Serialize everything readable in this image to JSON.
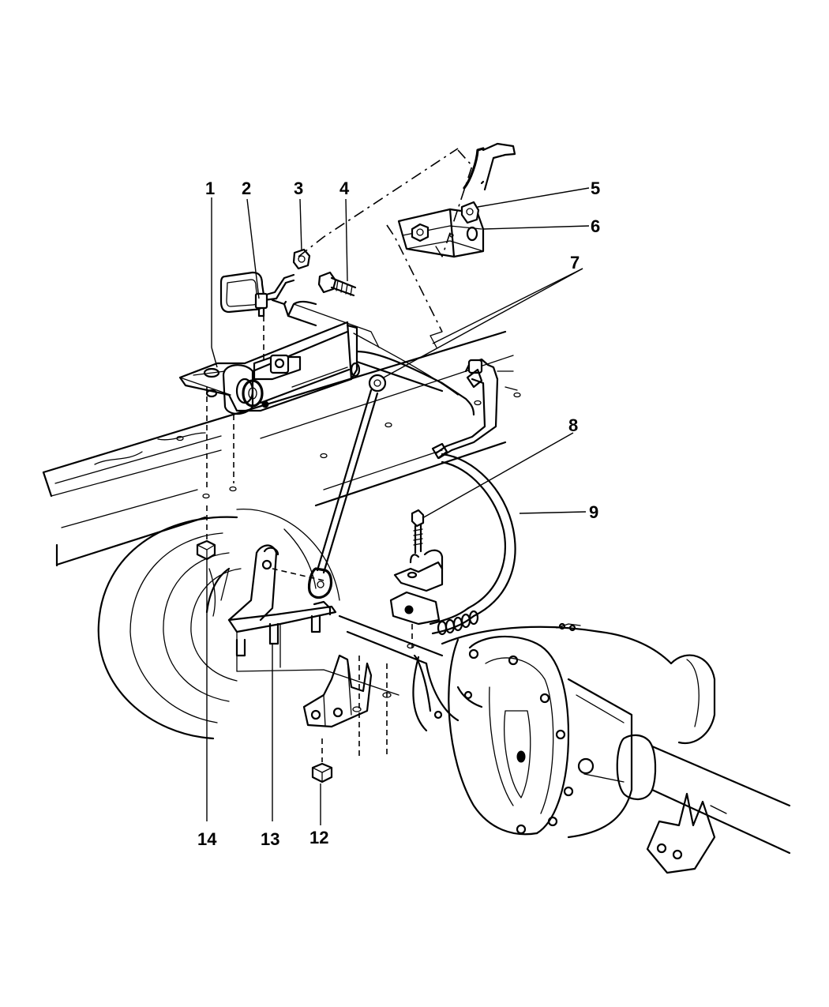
{
  "callouts": [
    {
      "id": "1",
      "label": "1"
    },
    {
      "id": "2",
      "label": "2"
    },
    {
      "id": "3",
      "label": "3"
    },
    {
      "id": "4",
      "label": "4"
    },
    {
      "id": "5",
      "label": "5"
    },
    {
      "id": "6",
      "label": "6"
    },
    {
      "id": "7",
      "label": "7"
    },
    {
      "id": "8",
      "label": "8"
    },
    {
      "id": "9",
      "label": "9"
    },
    {
      "id": "12",
      "label": "12"
    },
    {
      "id": "13",
      "label": "13"
    },
    {
      "id": "14",
      "label": "14"
    }
  ]
}
